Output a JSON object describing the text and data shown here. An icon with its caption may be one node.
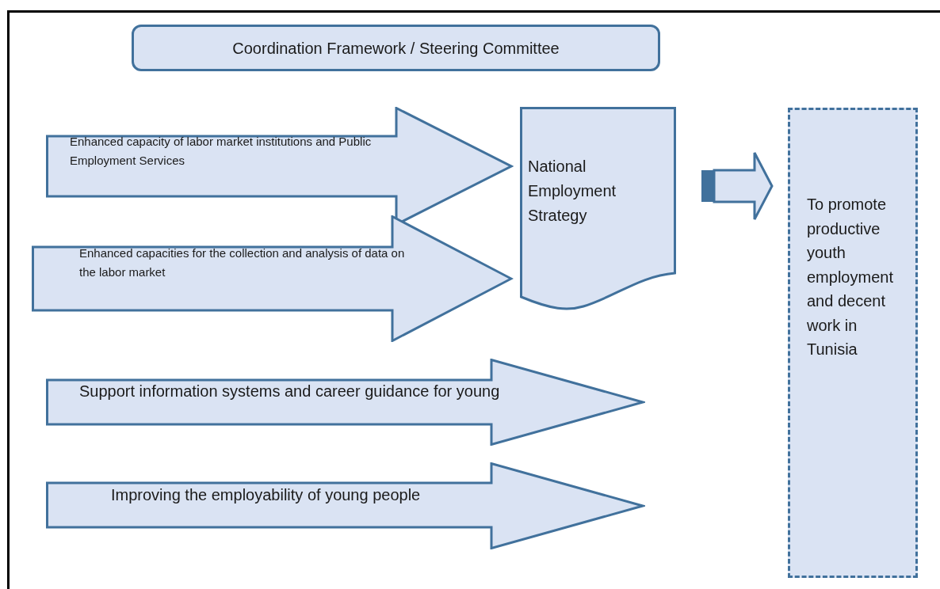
{
  "diagram": {
    "nodes": [
      {
        "text": [
          "Coordination Framework / Steering Committee"
        ]
      },
      {
        "text": [
          "Enhanced capacity of labor market institutions and Public Employment Services"
        ]
      },
      {
        "text": [
          "Enhanced capacities for the collection and analysis of data on the labor market"
        ]
      },
      {
        "text": [
          "National Employment Strategy"
        ]
      },
      {
        "text": [
          "Support information systems and career guidance for young"
        ]
      },
      {
        "text": [
          "Improving the employability of young people"
        ]
      },
      {
        "text": [
          "To promote productive youth employment and decent work in Tunisia"
        ]
      }
    ],
    "edges": [
      {
        "from": 3,
        "to": 6,
        "arrow": "to",
        "style": "thick"
      }
    ]
  }
}
